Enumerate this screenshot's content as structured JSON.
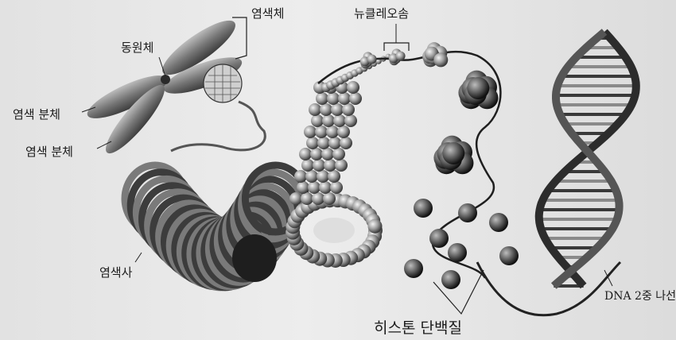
{
  "labels": {
    "chromosome": "염색체",
    "centromere": "동원체",
    "chromatid_1": "염색 분체",
    "chromatid_2": "염색 분체",
    "nucleosome": "뉴클레오솜",
    "chromatin": "염색사",
    "histone": "히스톤 단백질",
    "dna_helix": "DNA 2중 나선"
  }
}
